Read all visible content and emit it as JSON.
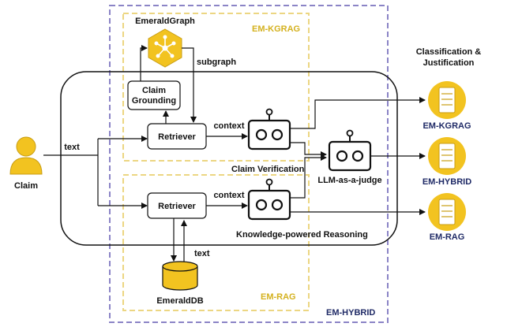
{
  "zones": {
    "hybrid": "EM-HYBRID",
    "kgrag": "EM-KGRAG",
    "rag": "EM-RAG"
  },
  "sections": {
    "claim_verification": "Claim Verification",
    "knowledge_reasoning": "Knowledge-powered Reasoning"
  },
  "nodes": {
    "claim": "Claim",
    "emerald_graph": "EmeraldGraph",
    "claim_grounding_line1": "Claim",
    "claim_grounding_line2": "Grounding",
    "retriever_top": "Retriever",
    "retriever_bottom": "Retriever",
    "llm_judge": "LLM-as-a-judge",
    "emerald_db": "EmeraldDB"
  },
  "edge_labels": {
    "text_claim": "text",
    "subgraph": "subgraph",
    "context_top": "context",
    "context_bottom": "context",
    "text_db": "text"
  },
  "outputs": {
    "header_line1": "Classification &",
    "header_line2": "Justification",
    "items": [
      "EM-KGRAG",
      "EM-HYBRID",
      "EM-RAG"
    ]
  },
  "colors": {
    "accent_yellow": "#f2c320",
    "zone_yellow": "#ecd682",
    "zone_purple": "#8b84c6",
    "navy_text": "#1f2a66"
  }
}
